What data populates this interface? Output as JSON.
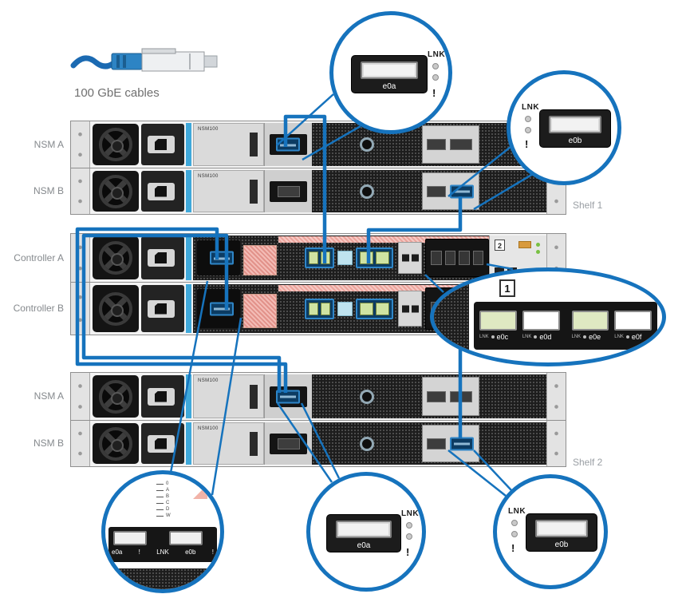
{
  "legend": {
    "title": "100 GbE cables"
  },
  "rack": {
    "shelf1_label": "Shelf 1",
    "shelf2_label": "Shelf 2",
    "nsm_a_label": "NSM A",
    "nsm_b_label": "NSM B",
    "controller_a_label": "Controller A",
    "controller_b_label": "Controller B",
    "module_label": "NSM100",
    "slot_badge": "2"
  },
  "callouts": {
    "top_center": {
      "port": "e0a",
      "lnk": "LNK",
      "alert": "!"
    },
    "top_right": {
      "port": "e0b",
      "lnk": "LNK",
      "alert": "!"
    },
    "right": {
      "badge": "1",
      "lnk": "LNK",
      "ports": [
        "e0c",
        "e0d",
        "e0e",
        "e0f"
      ]
    },
    "bottom_left": {
      "lnk": "LNK",
      "alert": "!",
      "ports": [
        "e0a",
        "e0b"
      ],
      "switch_labels": [
        "0",
        "A",
        "B",
        "C",
        "D",
        "W"
      ]
    },
    "bottom_center": {
      "port": "e0a",
      "lnk": "LNK",
      "alert": "!"
    },
    "bottom_right": {
      "port": "e0b",
      "lnk": "LNK",
      "alert": "!"
    }
  },
  "colors": {
    "cable": "#1673bd",
    "port_highlight": "#2f86c8",
    "stripe": "#3fa8da"
  }
}
